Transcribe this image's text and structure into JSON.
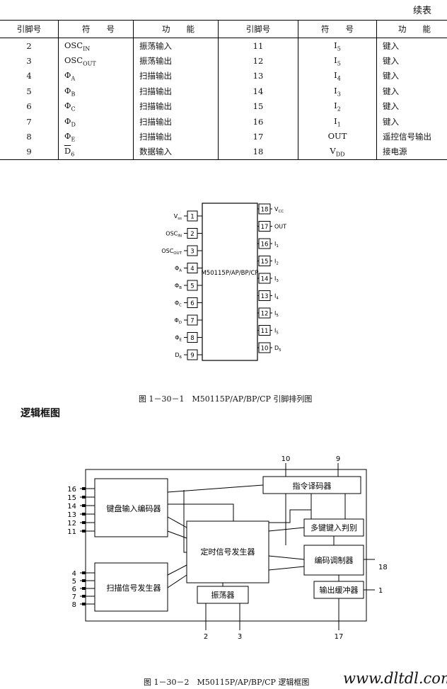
{
  "continuation_label": "续表",
  "pin_table": {
    "headers": [
      "引脚号",
      "符　　号",
      "功　　能",
      "引脚号",
      "符　　号",
      "功　　能"
    ],
    "rows": [
      {
        "l_pin": "2",
        "l_sym": "OSC",
        "l_sub": "IN",
        "l_fn": "振荡输入",
        "r_pin": "11",
        "r_sym": "I",
        "r_sub": "5",
        "r_fn": "键入"
      },
      {
        "l_pin": "3",
        "l_sym": "OSC",
        "l_sub": "OUT",
        "l_fn": "振荡输出",
        "r_pin": "12",
        "r_sym": "I",
        "r_sub": "5",
        "r_fn": "键入"
      },
      {
        "l_pin": "4",
        "l_sym": "Φ",
        "l_sub": "A",
        "l_fn": "扫描输出",
        "r_pin": "13",
        "r_sym": "I",
        "r_sub": "4",
        "r_fn": "键入"
      },
      {
        "l_pin": "5",
        "l_sym": "Φ",
        "l_sub": "B",
        "l_fn": "扫描输出",
        "r_pin": "14",
        "r_sym": "I",
        "r_sub": "3",
        "r_fn": "键入"
      },
      {
        "l_pin": "6",
        "l_sym": "Φ",
        "l_sub": "C",
        "l_fn": "扫描输出",
        "r_pin": "15",
        "r_sym": "I",
        "r_sub": "2",
        "r_fn": "键入"
      },
      {
        "l_pin": "7",
        "l_sym": "Φ",
        "l_sub": "D",
        "l_fn": "扫描输出",
        "r_pin": "16",
        "r_sym": "I",
        "r_sub": "1",
        "r_fn": "键入"
      },
      {
        "l_pin": "8",
        "l_sym": "Φ",
        "l_sub": "E",
        "l_fn": "扫描输出",
        "r_pin": "17",
        "r_sym": "OUT",
        "r_sub": "",
        "r_fn": "遥控信号输出"
      },
      {
        "l_pin": "9",
        "l_sym": "D",
        "l_sub": "6",
        "l_fn": "数据输入",
        "r_pin": "18",
        "r_sym": "V",
        "r_sub": "DD",
        "r_fn": "接电源",
        "l_overline": true
      }
    ]
  },
  "pinout": {
    "chip_label": "M50115P/AP/BP/CP",
    "left_pins": [
      {
        "num": "1",
        "name": "V",
        "sub": "ss"
      },
      {
        "num": "2",
        "name": "OSC",
        "sub": "IN"
      },
      {
        "num": "3",
        "name": "OSC",
        "sub": "OUT"
      },
      {
        "num": "4",
        "name": "Φ",
        "sub": "A"
      },
      {
        "num": "5",
        "name": "Φ",
        "sub": "B"
      },
      {
        "num": "6",
        "name": "Φ",
        "sub": "C"
      },
      {
        "num": "7",
        "name": "Φ",
        "sub": "D"
      },
      {
        "num": "8",
        "name": "Φ",
        "sub": "E"
      },
      {
        "num": "9",
        "name": "D",
        "sub": "6"
      }
    ],
    "right_pins": [
      {
        "num": "18",
        "name": "V",
        "sub": "CC"
      },
      {
        "num": "17",
        "name": "OUT",
        "sub": ""
      },
      {
        "num": "16",
        "name": "I",
        "sub": "1"
      },
      {
        "num": "15",
        "name": "I",
        "sub": "2"
      },
      {
        "num": "14",
        "name": "I",
        "sub": "3"
      },
      {
        "num": "13",
        "name": "I",
        "sub": "4"
      },
      {
        "num": "12",
        "name": "I",
        "sub": "5"
      },
      {
        "num": "11",
        "name": "I",
        "sub": "5"
      },
      {
        "num": "10",
        "name": "D",
        "sub": "5"
      }
    ],
    "caption": "图 1－30－1　M50115P/AP/BP/CP 引脚排列图"
  },
  "section_heading": "逻辑框图",
  "block_diagram": {
    "blocks": {
      "keyboard_encoder": "键盘输入编码器",
      "scan_generator": "扫描信号发生器",
      "timing_generator": "定时信号发生器",
      "command_decoder": "指令译码器",
      "multikey_judge": "多键键入判别",
      "encode_modulator": "编码调制器",
      "output_buffer": "输出缓冲器",
      "oscillator": "振荡器"
    },
    "key_pins": [
      "16",
      "15",
      "14",
      "13",
      "12",
      "11"
    ],
    "scan_pins": [
      "4",
      "5",
      "6",
      "7",
      "8"
    ],
    "top_pins": [
      "10",
      "9"
    ],
    "bottom_pins": [
      "2",
      "3",
      "17"
    ],
    "right_pins": [
      "18",
      "1"
    ],
    "caption": "图 1－30－2　M50115P/AP/BP/CP 逻辑框图"
  },
  "watermark": "www.dltdl.com"
}
